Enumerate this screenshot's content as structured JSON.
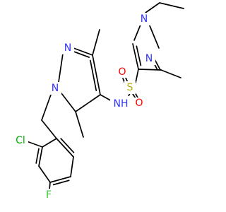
{
  "colors": {
    "background": "#ffffff",
    "bond": "#000000",
    "N": "#3333ff",
    "O": "#ff0000",
    "S": "#b2b200",
    "Cl": "#00b300",
    "F": "#33cc33",
    "H": "#3333ff"
  },
  "atoms": {
    "n1b": "N",
    "n2b": "N",
    "n1a": "N",
    "n2a": "N",
    "nh": "NH",
    "s": "S",
    "o1": "O",
    "o2": "O",
    "cl": "Cl",
    "f": "F"
  }
}
